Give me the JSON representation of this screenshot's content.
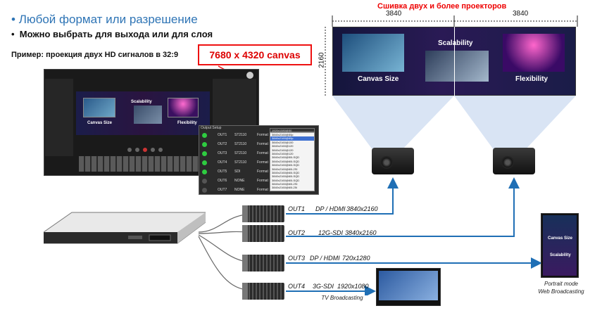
{
  "header": {
    "bullet1": "Любой формат или разрешение",
    "bullet2": "Можно выбрать для выхода или для слоя",
    "example": "Пример: проекция двух HD сигналов в 32:9",
    "canvas_label": "7680 x 4320 canvas"
  },
  "software_preview": {
    "labels": [
      "Canvas Size",
      "Scalability",
      "Flexibility"
    ]
  },
  "output_setup": {
    "title": "Output Setup",
    "rows": [
      {
        "led": "on",
        "name": "OUT1",
        "standard": "ST2110",
        "label": "Format",
        "value": "1920x1080@50"
      },
      {
        "led": "on",
        "name": "OUT2",
        "standard": "ST2110",
        "label": "Format",
        "value": ""
      },
      {
        "led": "on",
        "name": "OUT3",
        "standard": "ST2110",
        "label": "Format",
        "value": ""
      },
      {
        "led": "on",
        "name": "OUT4",
        "standard": "ST2110",
        "label": "Format",
        "value": ""
      },
      {
        "led": "on",
        "name": "OUT5",
        "standard": "SDI",
        "label": "Format",
        "value": ""
      },
      {
        "led": "off",
        "name": "OUT6",
        "standard": "NONE",
        "label": "Format",
        "value": ""
      },
      {
        "led": "off",
        "name": "OUT7",
        "standard": "NONE",
        "label": "Format",
        "value": ""
      }
    ],
    "format_options": [
      "3840x2160@50p",
      "3840x2160@60p",
      "3840x2160@100",
      "3840x2160@120",
      "3840x2160@120",
      "3840x2160@120",
      "3840x2160@50i-SQD",
      "3840x2160@60i-SQD",
      "3840x2160@60i-SQD",
      "3840x2160@60i-2SI",
      "3840x2160@60i-SQD",
      "3840x2160@60i-SQD",
      "3840x2160@60i-SQD",
      "3840x2160@60i-2SI",
      "3840x2160@60i-25i"
    ],
    "selected_index": 1
  },
  "projection": {
    "title": "Сшивка двух и более проекторов",
    "width_left": "3840",
    "width_right": "3840",
    "height": "2160",
    "labels": [
      "Canvas Size",
      "Scalability",
      "Flexibility"
    ]
  },
  "outputs": [
    {
      "name": "OUT1",
      "type": "DP / HDMI",
      "resolution": "3840x2160"
    },
    {
      "name": "OUT2",
      "type": "12G-SDI",
      "resolution": "3840x2160"
    },
    {
      "name": "OUT3",
      "type": "DP / HDMI",
      "resolution": "720x1280"
    },
    {
      "name": "OUT4",
      "type": "3G-SDI",
      "resolution": "1920x1080"
    }
  ],
  "captions": {
    "tv": "TV Broadcasting",
    "portrait_line1": "Portrait mode",
    "portrait_line2": "Web Broadcasting",
    "portrait_labels": [
      "Canvas Size",
      "Scalability"
    ]
  },
  "colors": {
    "accent_blue": "#2e74b5",
    "arrow_blue": "#1f6fb5",
    "highlight_red": "#e11111"
  }
}
